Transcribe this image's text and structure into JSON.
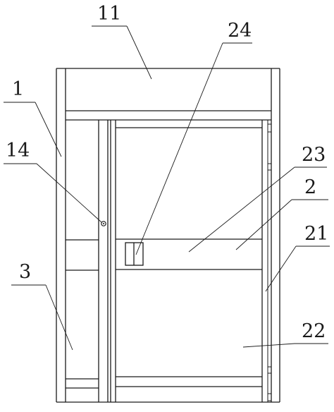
{
  "diagram": {
    "labels": {
      "l11": "11",
      "l24": "24",
      "l1": "1",
      "l14": "14",
      "l23": "23",
      "l2": "2",
      "l21": "21",
      "l3": "3",
      "l22": "22"
    }
  }
}
